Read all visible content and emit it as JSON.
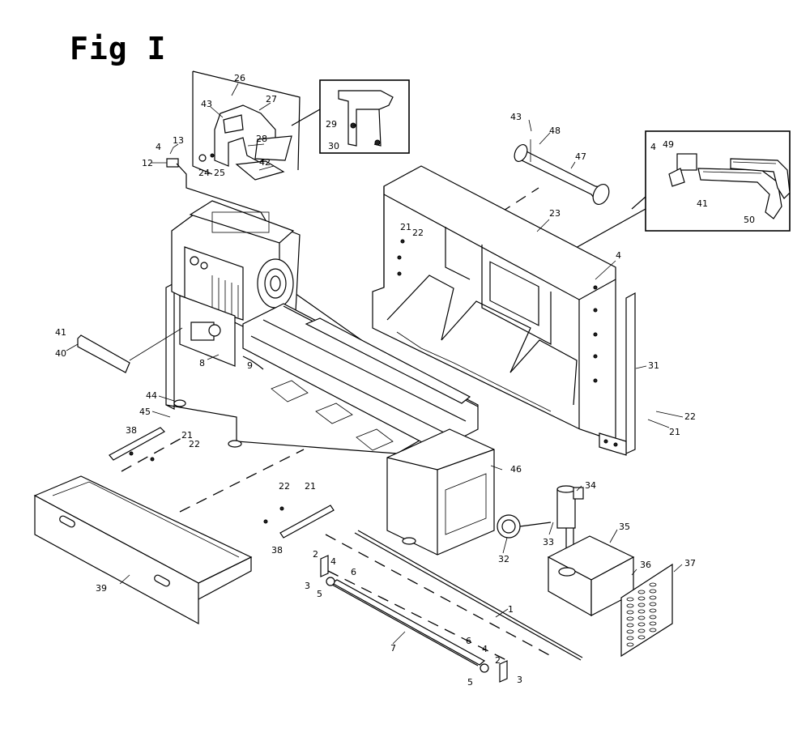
{
  "figure": {
    "title": "Fig I"
  },
  "callouts": [
    {
      "id": "c26",
      "text": "26"
    },
    {
      "id": "c27",
      "text": "27"
    },
    {
      "id": "c43a",
      "text": "43"
    },
    {
      "id": "c4a",
      "text": "4"
    },
    {
      "id": "c13",
      "text": "13"
    },
    {
      "id": "c12",
      "text": "12"
    },
    {
      "id": "c24",
      "text": "24"
    },
    {
      "id": "c25",
      "text": "25"
    },
    {
      "id": "c28",
      "text": "28"
    },
    {
      "id": "c42",
      "text": "42"
    },
    {
      "id": "c29",
      "text": "29"
    },
    {
      "id": "c30",
      "text": "30"
    },
    {
      "id": "c43b",
      "text": "43"
    },
    {
      "id": "c48",
      "text": "48"
    },
    {
      "id": "c47",
      "text": "47"
    },
    {
      "id": "c4b",
      "text": "4"
    },
    {
      "id": "c49",
      "text": "49"
    },
    {
      "id": "c41a",
      "text": "41"
    },
    {
      "id": "c50",
      "text": "50"
    },
    {
      "id": "c21a",
      "text": "21"
    },
    {
      "id": "c22a",
      "text": "22"
    },
    {
      "id": "c23",
      "text": "23"
    },
    {
      "id": "c4c",
      "text": "4"
    },
    {
      "id": "c31",
      "text": "31"
    },
    {
      "id": "c22b",
      "text": "22"
    },
    {
      "id": "c21b",
      "text": "21"
    },
    {
      "id": "c41b",
      "text": "41"
    },
    {
      "id": "c40",
      "text": "40"
    },
    {
      "id": "c8",
      "text": "8"
    },
    {
      "id": "c9",
      "text": "9"
    },
    {
      "id": "c44",
      "text": "44"
    },
    {
      "id": "c45",
      "text": "45"
    },
    {
      "id": "c38a",
      "text": "38"
    },
    {
      "id": "c21c",
      "text": "21"
    },
    {
      "id": "c22c",
      "text": "22"
    },
    {
      "id": "c46",
      "text": "46"
    },
    {
      "id": "c22d",
      "text": "22"
    },
    {
      "id": "c21d",
      "text": "21"
    },
    {
      "id": "c38b",
      "text": "38"
    },
    {
      "id": "c34",
      "text": "34"
    },
    {
      "id": "c33",
      "text": "33"
    },
    {
      "id": "c32",
      "text": "32"
    },
    {
      "id": "c35",
      "text": "35"
    },
    {
      "id": "c36",
      "text": "36"
    },
    {
      "id": "c37",
      "text": "37"
    },
    {
      "id": "c39",
      "text": "39"
    },
    {
      "id": "c2a",
      "text": "2"
    },
    {
      "id": "c4d",
      "text": "4"
    },
    {
      "id": "c3a",
      "text": "3"
    },
    {
      "id": "c6a",
      "text": "6"
    },
    {
      "id": "c5a",
      "text": "5"
    },
    {
      "id": "c1",
      "text": "1"
    },
    {
      "id": "c7",
      "text": "7"
    },
    {
      "id": "c6b",
      "text": "6"
    },
    {
      "id": "c4e",
      "text": "4"
    },
    {
      "id": "c2b",
      "text": "2"
    },
    {
      "id": "c5b",
      "text": "5"
    },
    {
      "id": "c3b",
      "text": "3"
    }
  ]
}
